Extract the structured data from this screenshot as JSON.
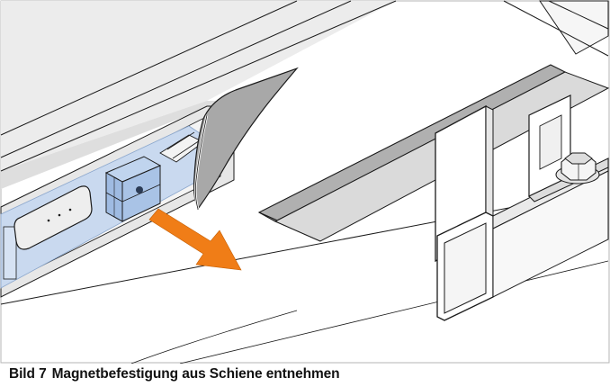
{
  "caption": {
    "figure_label": "Bild 7",
    "text": "Magnetbefestigung aus Schiene entnehmen"
  },
  "colors": {
    "arrow": "#f07d17",
    "magnet_highlight": "#c9d9ef",
    "magnet_block": "#a9c3e6",
    "rail_shadow": "#dcdcdc",
    "line": "#1a1a1a",
    "frame_border": "#b5b5b5"
  },
  "illustration": {
    "arrow_direction": "down-right"
  }
}
